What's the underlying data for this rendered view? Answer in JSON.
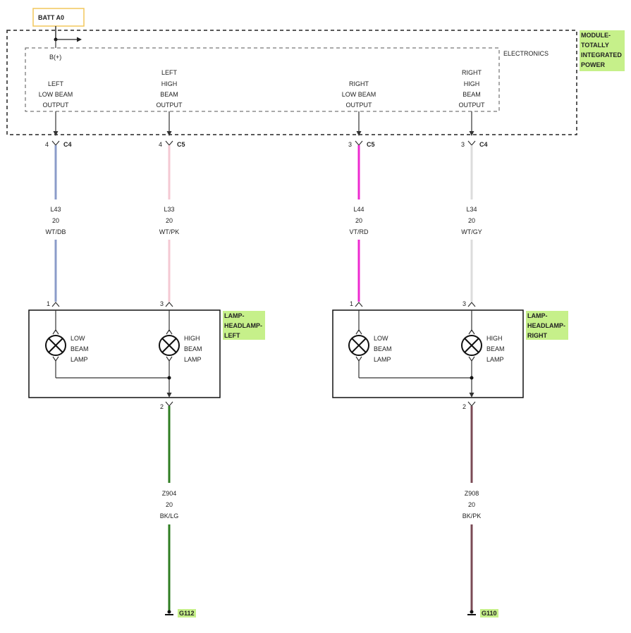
{
  "colors": {
    "label_highlight": "#c6f08a",
    "batt_box_border": "#f2c75c",
    "wire_wt_db": "#8b9cc9",
    "wire_wt_pk": "#f4c9d3",
    "wire_vt_rd": "#ee2ad0",
    "wire_wt_gy": "#dcdcdc",
    "wire_bk_lg": "#2f7d22",
    "wire_bk_pk": "#7a4a55"
  },
  "battery": {
    "label": "BATT A0"
  },
  "module": {
    "name_lines": [
      "MODULE-",
      "TOTALLY",
      "INTEGRATED",
      "POWER"
    ],
    "section": "ELECTRONICS",
    "supply": "B(+)",
    "outputs": [
      {
        "lines": [
          "LEFT",
          "LOW BEAM",
          "OUTPUT"
        ],
        "pin": "4",
        "connector": "C4"
      },
      {
        "lines": [
          "LEFT",
          "HIGH",
          "BEAM",
          "OUTPUT"
        ],
        "pin": "4",
        "connector": "C5"
      },
      {
        "lines": [
          "RIGHT",
          "LOW BEAM",
          "OUTPUT"
        ],
        "pin": "3",
        "connector": "C5"
      },
      {
        "lines": [
          "RIGHT",
          "HIGH",
          "BEAM",
          "OUTPUT"
        ],
        "pin": "3",
        "connector": "C4"
      }
    ]
  },
  "wires": [
    {
      "circuit": "L43",
      "gauge": "20",
      "color_code": "WT/DB"
    },
    {
      "circuit": "L33",
      "gauge": "20",
      "color_code": "WT/PK"
    },
    {
      "circuit": "L44",
      "gauge": "20",
      "color_code": "VT/RD"
    },
    {
      "circuit": "L34",
      "gauge": "20",
      "color_code": "WT/GY"
    }
  ],
  "lamps": [
    {
      "name_lines": [
        "LAMP-",
        "HEADLAMP-",
        "LEFT"
      ],
      "low_pin": "1",
      "high_pin": "3",
      "ground_pin": "2",
      "low_label": [
        "LOW",
        "BEAM",
        "LAMP"
      ],
      "high_label": [
        "HIGH",
        "BEAM",
        "LAMP"
      ]
    },
    {
      "name_lines": [
        "LAMP-",
        "HEADLAMP-",
        "RIGHT"
      ],
      "low_pin": "1",
      "high_pin": "3",
      "ground_pin": "2",
      "low_label": [
        "LOW",
        "BEAM",
        "LAMP"
      ],
      "high_label": [
        "HIGH",
        "BEAM",
        "LAMP"
      ]
    }
  ],
  "grounds": [
    {
      "circuit": "Z904",
      "gauge": "20",
      "color_code": "BK/LG",
      "point": "G112"
    },
    {
      "circuit": "Z908",
      "gauge": "20",
      "color_code": "BK/PK",
      "point": "G110"
    }
  ]
}
